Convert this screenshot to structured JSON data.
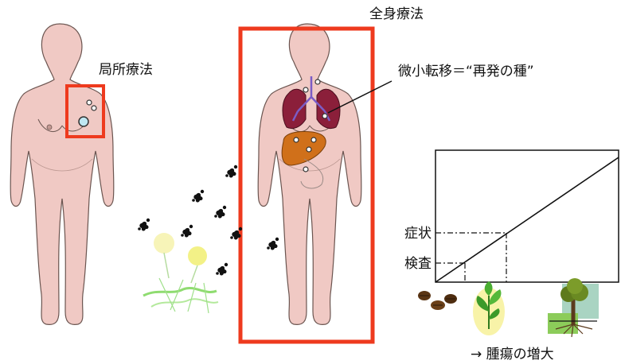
{
  "labels": {
    "local_therapy": "局所療法",
    "systemic_therapy": "全身療法",
    "micrometastasis": "微小転移＝“再発の種”",
    "symptoms": "症状",
    "examination": "検査",
    "tumor_growth": "→ 腫瘍の増大"
  },
  "colors": {
    "highlight_box": "#ee3a1e",
    "skin": "#f0c9c4",
    "skin_outline": "#6b5550",
    "lung": "#8b1f3a",
    "liver": "#d0701a",
    "bronchi": "#7b5cc6"
  },
  "chart_data": {
    "type": "line",
    "title": "",
    "xlabel": "→ 腫瘍の増大",
    "ylabel": "",
    "series": [
      {
        "values": [
          [
            0,
            0
          ],
          [
            1,
            1
          ]
        ]
      }
    ],
    "threshold_markers": [
      "検査",
      "症状"
    ]
  },
  "icons": [
    "female-body-silhouette",
    "seed-icon",
    "sprout-icon",
    "tree-icon",
    "dandelion-seed-icon"
  ]
}
